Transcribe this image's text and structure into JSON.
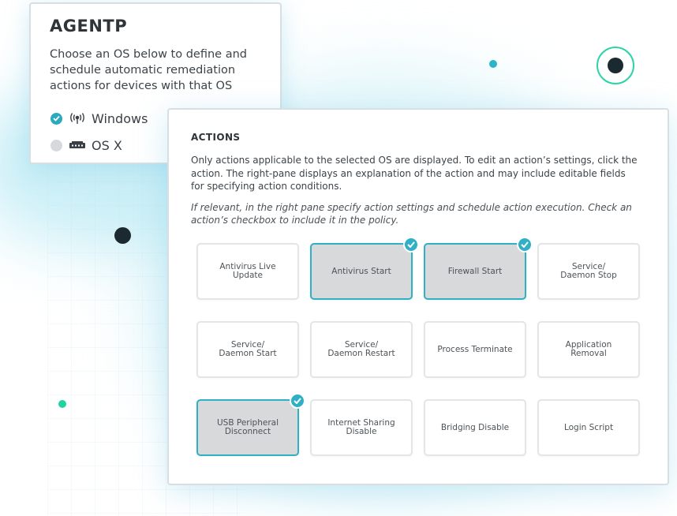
{
  "os_panel": {
    "title": "AGENTP",
    "description": "Choose an OS below to define and schedule automatic remediation actions for devices with that OS",
    "options": [
      {
        "label": "Windows",
        "selected": true,
        "icon": "wifi-signal-icon"
      },
      {
        "label": "OS X",
        "selected": false,
        "icon": "device-icon"
      }
    ]
  },
  "actions_panel": {
    "title": "ACTIONS",
    "description": "Only actions applicable to the selected OS are displayed. To edit an action’s settings, click the action. The right-pane displays an explanation of the action and may include editable fields for specifying action conditions.",
    "note": "If relevant, in the right pane specify action settings and schedule action execution. Check an action’s checkbox to include it in the policy.",
    "tiles": [
      {
        "label": "Antivirus Live\nUpdate",
        "selected": false
      },
      {
        "label": "Antivirus Start",
        "selected": true
      },
      {
        "label": "Firewall Start",
        "selected": true
      },
      {
        "label": "Service/\nDaemon Stop",
        "selected": false
      },
      {
        "label": "Service/\nDaemon Start",
        "selected": false
      },
      {
        "label": "Service/\nDaemon Restart",
        "selected": false
      },
      {
        "label": "Process Terminate",
        "selected": false
      },
      {
        "label": "Application\nRemoval",
        "selected": false
      },
      {
        "label": "USB Peripheral\nDisconnect",
        "selected": true
      },
      {
        "label": "Internet Sharing\nDisable",
        "selected": false
      },
      {
        "label": "Bridging Disable",
        "selected": false
      },
      {
        "label": "Login Script",
        "selected": false
      }
    ]
  },
  "colors": {
    "accent": "#2fb0c4",
    "selected_tile": "#d7d9da",
    "dark_dot": "#1b2a30",
    "green_dot": "#22d3a0"
  }
}
